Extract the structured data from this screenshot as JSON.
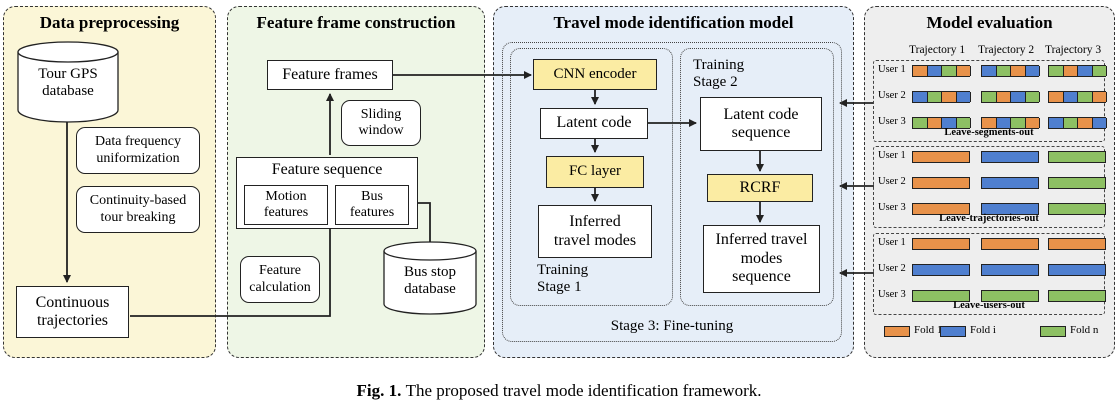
{
  "panels": {
    "preprocessing": {
      "title": "Data preprocessing",
      "bg": "#fbf6d7"
    },
    "feature": {
      "title": "Feature frame construction",
      "bg": "#eef6e6"
    },
    "model": {
      "title": "Travel mode identification model",
      "bg": "#e6eef8"
    },
    "evaluation": {
      "title": "Model evaluation",
      "bg": "#eeeeee"
    }
  },
  "preprocessing": {
    "tour_db": "Tour GPS database",
    "freq": "Data frequency uniformization",
    "breaking": "Continuity-based tour breaking",
    "continuous": "Continuous trajectories"
  },
  "feature": {
    "frames": "Feature frames",
    "sliding": "Sliding window",
    "sequence": "Feature sequence",
    "motion": "Motion features",
    "bus": "Bus features",
    "calc": "Feature calculation",
    "bus_db": "Bus stop database"
  },
  "model": {
    "cnn": "CNN encoder",
    "latent": "Latent code",
    "fc": "FC layer",
    "inferred1": "Inferred travel modes",
    "stage1": "Training Stage 1",
    "stage2": "Training Stage 2",
    "latent_seq": "Latent code sequence",
    "rcrf": "RCRF",
    "inferred2": "Inferred travel modes sequence",
    "stage3": "Stage 3: Fine-tuning"
  },
  "evaluation": {
    "traj_headers": [
      "Trajectory 1",
      "Trajectory 2",
      "Trajectory 3"
    ],
    "users": [
      "User 1",
      "User 2",
      "User 3"
    ],
    "group1": "Leave-segments-out",
    "group2": "Leave-trajectories-out",
    "group3": "Leave-users-out",
    "legend": [
      "Fold 1",
      "Fold i",
      "Fold n"
    ],
    "colors": {
      "fold1": "#e8924a",
      "foldi": "#4f7fcf",
      "foldn": "#8dc063"
    }
  },
  "caption": {
    "fig": "Fig. 1.",
    "text": "The proposed travel mode identification framework."
  }
}
